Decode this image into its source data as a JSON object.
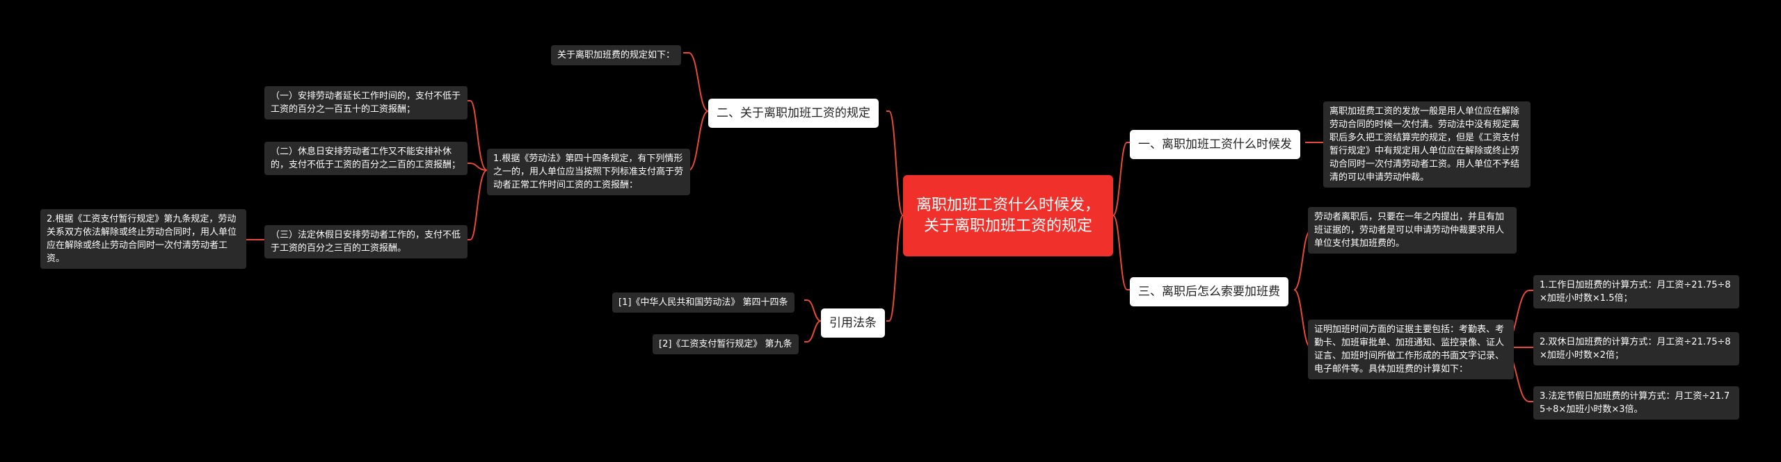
{
  "root": {
    "label": "离职加班工资什么时候发，关于离职加班工资的规定"
  },
  "branches": {
    "b1": "一、离职加班工资什么时候发",
    "b2": "二、关于离职加班工资的规定",
    "b3": "三、离职后怎么索要加班费",
    "b4": "引用法条"
  },
  "leaves": {
    "l1": "离职加班费工资的发放一般是用人单位应在解除劳动合同的时候一次付清。劳动法中没有规定离职后多久把工资结算完的规定，但是《工资支付暂行规定》中有规定用人单位应在解除或终止劳动合同时一次付清劳动者工资。用人单位不予结清的可以申请劳动仲裁。",
    "l2": "关于离职加班费的规定如下：",
    "l3": "1.根据《劳动法》第四十四条规定，有下列情形之一的，用人单位应当按照下列标准支付高于劳动者正常工作时间工资的工资报酬：",
    "l3a": "（一）安排劳动者延长工作时间的，支付不低于工资的百分之一百五十的工资报酬；",
    "l3b": "（二）休息日安排劳动者工作又不能安排补休的，支付不低于工资的百分之二百的工资报酬；",
    "l3c": "（三）法定休假日安排劳动者工作的，支付不低于工资的百分之三百的工资报酬。",
    "l4": "2.根据《工资支付暂行规定》第九条规定，劳动关系双方依法解除或终止劳动合同时，用人单位应在解除或终止劳动合同时一次付清劳动者工资。",
    "l5": "劳动者离职后，只要在一年之内提出，并且有加班证据的，劳动者是可以申请劳动仲裁要求用人单位支付其加班费的。",
    "l6": "证明加班时间方面的证据主要包括：考勤表、考勤卡、加班审批单、加班通知、监控录像、证人证言、加班时间所做工作形成的书面文字记录、电子邮件等。具体加班费的计算如下：",
    "l6a": "1.工作日加班费的计算方式：月工资÷21.75÷8×加班小时数×1.5倍；",
    "l6b": "2.双休日加班费的计算方式：月工资÷21.75÷8×加班小时数×2倍；",
    "l6c": "3.法定节假日加班费的计算方式：月工资÷21.75÷8×加班小时数×3倍。",
    "r1": "[1]《中华人民共和国劳动法》 第四十四条",
    "r2": "[2]《工资支付暂行规定》 第九条"
  },
  "colors": {
    "background": "#000000",
    "root_fill": "#f0302a",
    "branch_fill": "#ffffff",
    "leaf_fill": "#2a2a2a",
    "connector": "#e84a37"
  }
}
